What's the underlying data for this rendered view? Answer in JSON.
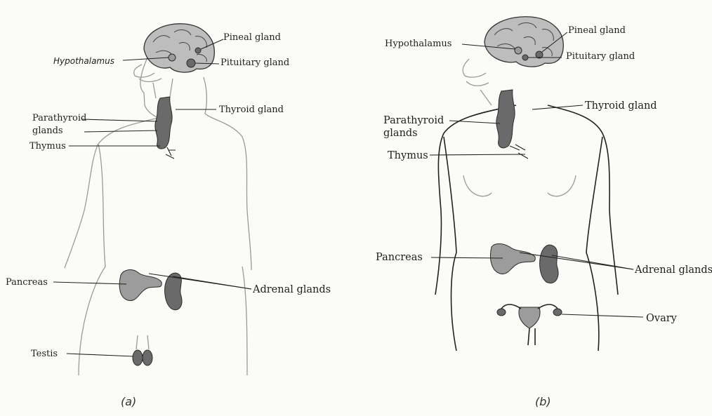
{
  "figure_a": {
    "caption": "(a)",
    "labels": {
      "pineal": "Pineal gland",
      "hypothalamus": "Hypothalamus",
      "pituitary": "Pituitary gland",
      "parathyroid_1": "Parathyroid",
      "parathyroid_2": "glands",
      "thyroid": "Thyroid gland",
      "thymus": "Thymus",
      "pancreas": "Pancreas",
      "adrenal": "Adrenal glands",
      "testis": "Testis"
    }
  },
  "figure_b": {
    "caption": "(b)",
    "labels": {
      "pineal": "Pineal gland",
      "hypothalamus": "Hypothalamus",
      "pituitary": "Pituitary gland",
      "parathyroid_1": "Parathyroid",
      "parathyroid_2": "glands",
      "thyroid": "Thyroid gland",
      "thymus": "Thymus",
      "pancreas": "Pancreas",
      "adrenal": "Adrenal glands",
      "ovary": "Ovary"
    }
  }
}
